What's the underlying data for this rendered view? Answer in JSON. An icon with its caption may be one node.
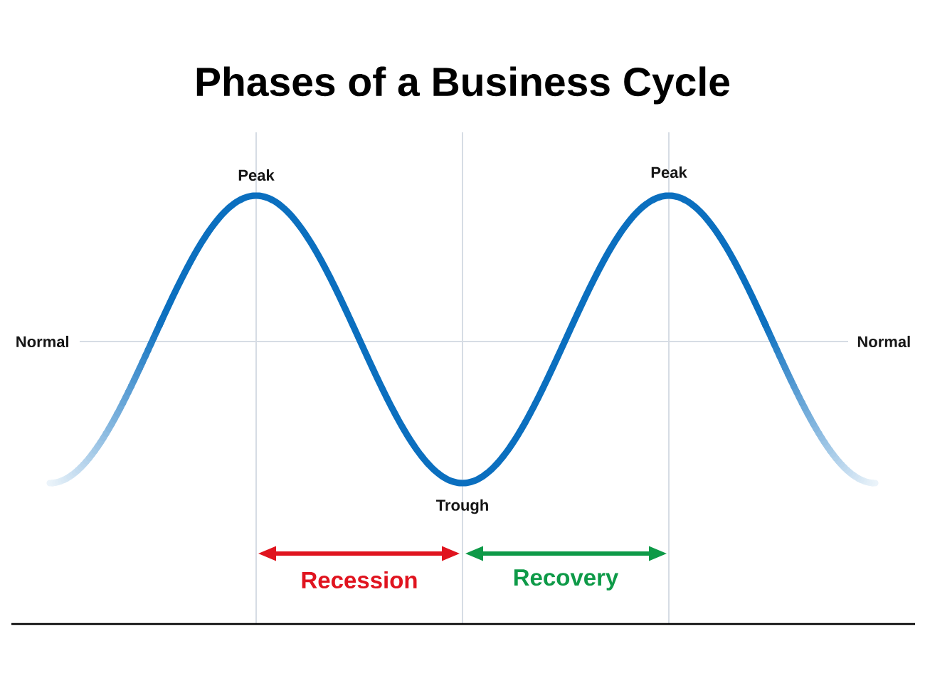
{
  "diagram": {
    "title": "Phases of a Business Cycle",
    "labels": [
      "Peak",
      "Peak",
      "Normal",
      "Normal",
      "Trough",
      "Recession",
      "Recovery"
    ]
  }
}
